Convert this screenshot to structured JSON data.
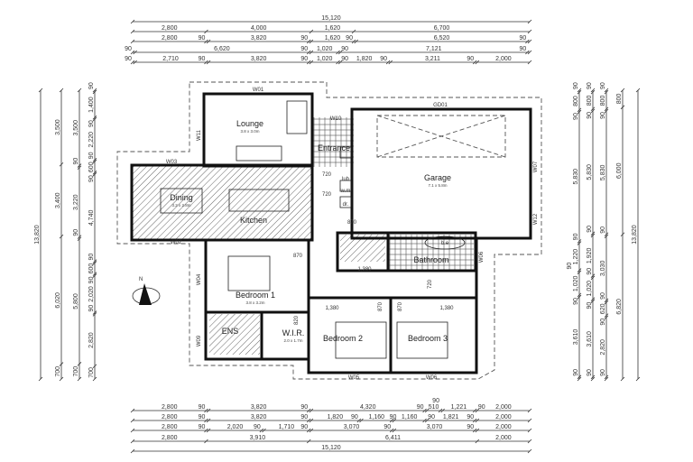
{
  "rooms": {
    "lounge": {
      "label": "Lounge",
      "size": "3.8 x 3.0m"
    },
    "dining": {
      "label": "Dining",
      "size": "3.2 x 2.8m"
    },
    "kitchen": {
      "label": "Kitchen"
    },
    "entrance": {
      "label": "Entrance"
    },
    "garage": {
      "label": "Garage",
      "size": "7.1 x 5.8m"
    },
    "bathroom": {
      "label": "Bathroom"
    },
    "bedroom1": {
      "label": "Bedroom 1",
      "size": "3.8 x 3.2m"
    },
    "ens": {
      "label": "ENS"
    },
    "wir": {
      "label": "W.I.R.",
      "size": "2.0 x 1.7m"
    },
    "bedroom2": {
      "label": "Bedroom 2"
    },
    "bedroom3": {
      "label": "Bedroom 3"
    }
  },
  "fixtures": {
    "lub": "lub",
    "wm": "w.m",
    "dr": "dr.",
    "bath": "b.e"
  },
  "windows": {
    "w01": "W01",
    "w02": "W02",
    "w03": "W03",
    "w04": "W04",
    "w05a": "W05",
    "w05b": "W06",
    "w06": "W06",
    "w07": "W07",
    "w09": "W09",
    "w10": "W10",
    "w11": "W11",
    "w12": "W12",
    "gd01": "GD01"
  },
  "doors": {
    "d1": "720",
    "d2": "720",
    "d3": "870",
    "d4": "870",
    "d5": "820",
    "d6": "720",
    "d7": "870",
    "d8": "870",
    "wr1": "1,380",
    "wr2": "1,380",
    "wr3": "1,380"
  },
  "compass": {
    "north": "N"
  },
  "dimensions": {
    "top": [
      [
        "15,120"
      ],
      [
        "2,800",
        "4,000",
        "1,620",
        "6,700"
      ],
      [
        "2,800",
        "90",
        "3,820",
        "90",
        "1,620",
        "90",
        "6,520",
        "90"
      ],
      [
        "90",
        "6,620",
        "90",
        "1,020",
        "90",
        "7,121",
        "90"
      ],
      [
        "90",
        "2,710",
        "90",
        "3,820",
        "90",
        "1,020",
        "90",
        "1,820",
        "90",
        "3,211",
        "90",
        "2,000"
      ]
    ],
    "bottom": [
      [
        "2,800",
        "90",
        "3,820",
        "90",
        "4,320",
        "90",
        "510",
        "90",
        "1,221",
        "90",
        "2,000"
      ],
      [
        "2,800",
        "90",
        "3,820",
        "90",
        "1,820",
        "90",
        "1,160",
        "90",
        "1,160",
        "90",
        "1,821",
        "90",
        "2,000"
      ],
      [
        "2,800",
        "90",
        "2,020",
        "90",
        "1,710",
        "90",
        "3,070",
        "90",
        "3,070",
        "90",
        "2,000"
      ],
      [
        "2,800",
        "3,910",
        "6,411",
        "2,000"
      ],
      [
        "15,120"
      ]
    ],
    "left": [
      [
        "13,820"
      ],
      [
        "3,500",
        "3,400",
        "6,020",
        "700"
      ],
      [
        "3,500",
        "90",
        "3,220",
        "90",
        "5,800",
        "700"
      ],
      [
        "90",
        "1,400",
        "90",
        "2,220",
        "90",
        "600",
        "90",
        "4,740",
        "90",
        "600",
        "90",
        "2,020",
        "90",
        "2,820",
        "700"
      ]
    ],
    "right": [
      [
        "90",
        "800",
        "90",
        "5,830",
        "90",
        "1,220",
        "90",
        "1,020",
        "90",
        "3,610",
        "90"
      ],
      [
        "90",
        "800",
        "90",
        "5,830",
        "90",
        "1,920",
        "90",
        "1,020",
        "90",
        "3,610",
        "90"
      ],
      [
        "90",
        "800",
        "90",
        "5,830",
        "90",
        "3,030",
        "90",
        "620",
        "90",
        "2,820",
        "90"
      ],
      [
        "800",
        "6,000",
        "6,820"
      ],
      [
        "13,820"
      ]
    ]
  }
}
